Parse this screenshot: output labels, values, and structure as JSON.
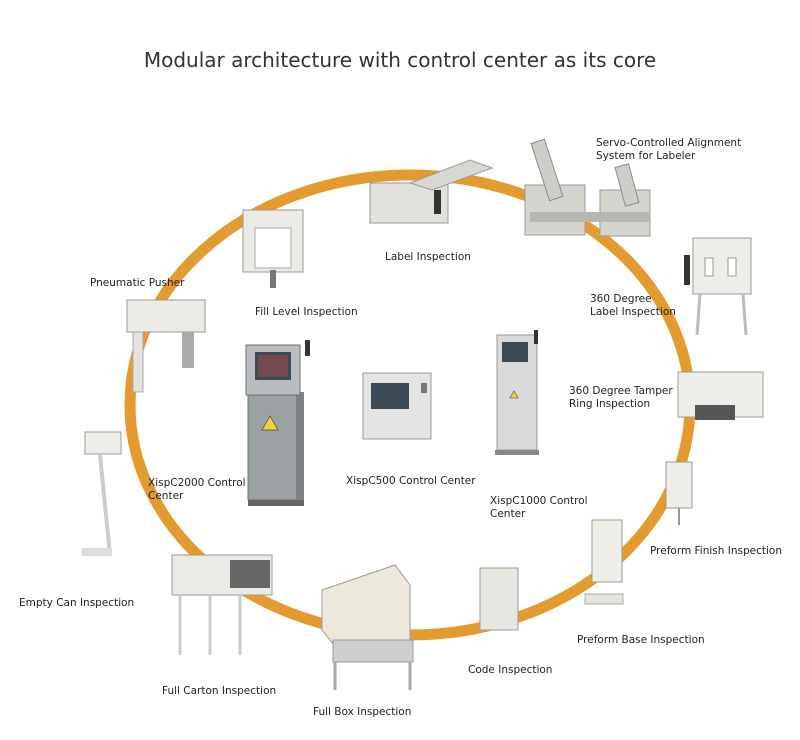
{
  "title": "Modular architecture with control center as its core",
  "colors": {
    "ring": "#E39A2E",
    "machine": "#EDEBE6",
    "panel": "#9AA0A4",
    "screen": "#3C4A55"
  },
  "labels": {
    "servo": [
      "Servo-Controlled Alignment",
      "System for Labeler"
    ],
    "label_inspection": "Label Inspection",
    "pneumatic_pusher": "Pneumatic Pusher",
    "fill_level": "Fill Level Inspection",
    "deg360_label": [
      "360 Degree",
      "Label Inspection"
    ],
    "deg360_tamper": [
      "360 Degree Tamper",
      "Ring Inspection"
    ],
    "xisp2000": [
      "XispC2000 Control",
      "Center"
    ],
    "xisp500": "XispC500 Control Center",
    "xisp1000": [
      "XispC1000 Control",
      "Center"
    ],
    "preform_finish": "Preform Finish Inspection",
    "empty_can": "Empty Can Inspection",
    "preform_base": "Preform Base Inspection",
    "full_carton": "Full Carton Inspection",
    "code": "Code Inspection",
    "full_box": "Full Box Inspection"
  }
}
